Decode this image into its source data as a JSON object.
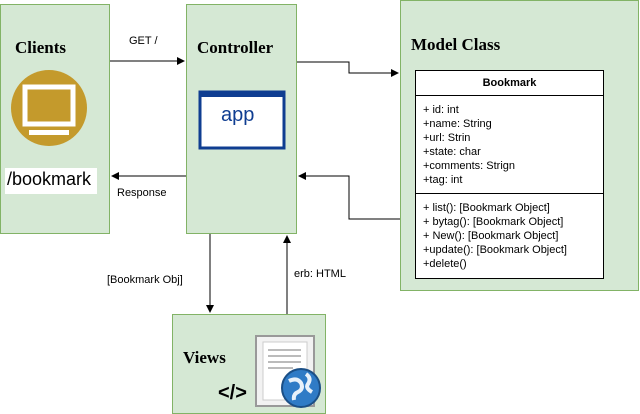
{
  "clients": {
    "title": "Clients",
    "path_label": "/bookmark"
  },
  "controller": {
    "title": "Controller",
    "app_label": "app"
  },
  "model": {
    "title": "Model Class",
    "class_name": "Bookmark",
    "attributes": [
      "+ id: int",
      "+name: String",
      "+url: Strin",
      "+state: char",
      "+comments: Strign",
      "+tag: int"
    ],
    "methods": [
      "+ list(): [Bookmark Object]",
      "+ bytag(): [Bookmark Object]",
      "+ New(): [Bookmark Object]",
      "+update(): [Bookmark Object]",
      "+delete()"
    ]
  },
  "views": {
    "title": "Views",
    "code_glyph": "</>"
  },
  "edges": {
    "get": "GET /",
    "response": "Response",
    "bookmark_obj": "[Bookmark Obj]",
    "erb_html": "erb: HTML"
  },
  "colors": {
    "box_fill": "#d5e8d4",
    "box_border": "#82b366",
    "monitor_circle": "#c49a2c",
    "app_blue": "#0f3d91"
  },
  "icons": {
    "clients": "monitor-icon",
    "views": "web-document-icon"
  }
}
